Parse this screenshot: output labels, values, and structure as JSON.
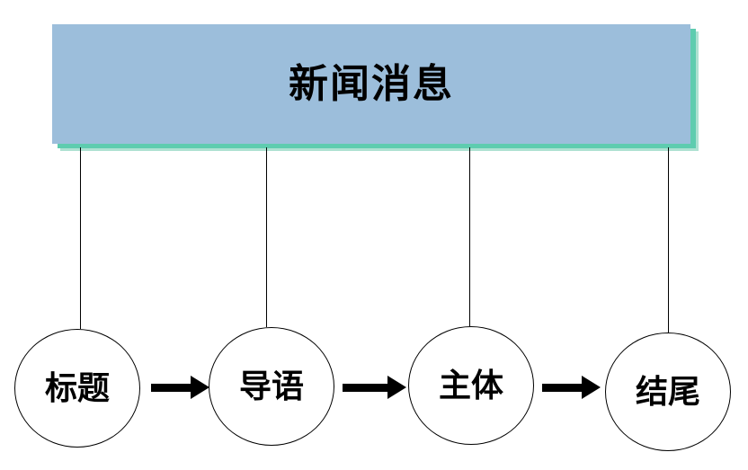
{
  "diagram": {
    "title": "新闻消息",
    "nodes": [
      {
        "label": "标题"
      },
      {
        "label": "导语"
      },
      {
        "label": "主体"
      },
      {
        "label": "结尾"
      }
    ],
    "arrows": [
      {
        "from": "标题",
        "to": "导语",
        "icon": "right-arrow-icon"
      },
      {
        "from": "导语",
        "to": "主体",
        "icon": "right-arrow-icon"
      },
      {
        "from": "主体",
        "to": "结尾",
        "icon": "right-arrow-icon"
      }
    ],
    "colors": {
      "banner_fill": "#9CBEDB",
      "banner_shadow": "#5ECCAF",
      "banner_shadow_light": "#AEE1D2",
      "node_fill": "#FFFFFF",
      "line": "#000000",
      "text": "#000000"
    }
  }
}
